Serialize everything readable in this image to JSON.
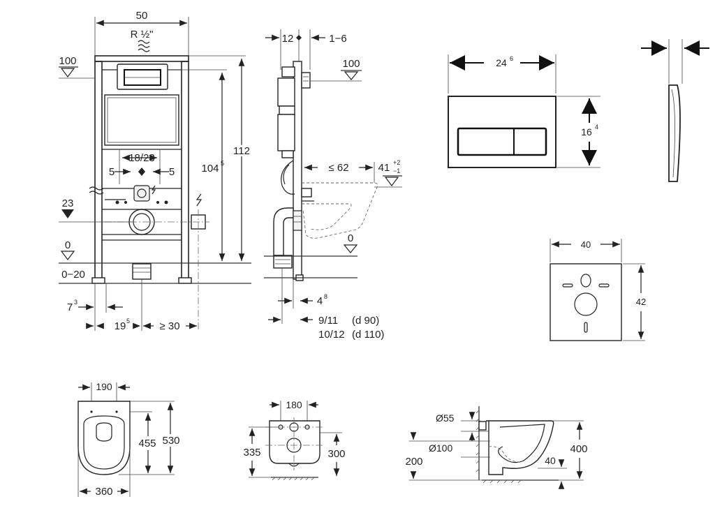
{
  "front_view": {
    "width": "50",
    "pipe_thread": "R ½\"",
    "level_100": "100",
    "level_23": "23",
    "level_0": "0",
    "floor_range": "0−20",
    "spacing": "18/23",
    "offset_left": "5",
    "offset_right": "5",
    "height_total": "112",
    "height_inner": "104",
    "height_inner_sup": "5",
    "foot_7": "7",
    "foot_7_sup": "3",
    "foot_19": "19",
    "foot_19_sup": "5",
    "min_30": "≥ 30"
  },
  "side_view": {
    "depth_12": "12",
    "adjust_1_6": "1−6",
    "level_100": "100",
    "max_62": "≤ 62",
    "height_41": "41",
    "tol_plus": "+2",
    "tol_minus": "−1",
    "level_0": "0",
    "depth_4": "4",
    "depth_4_sup": "8",
    "pipe_a": "9/11",
    "pipe_a_note": "(d 90)",
    "pipe_b": "10/12",
    "pipe_b_note": "(d 110)"
  },
  "flush_plate": {
    "width": "24",
    "width_sup": "6",
    "height": "16",
    "height_sup": "4"
  },
  "mat": {
    "width": "40",
    "height": "42"
  },
  "toilet_top": {
    "holes": "190",
    "inner": "455",
    "length": "530",
    "width": "360"
  },
  "toilet_back": {
    "holes": "180",
    "left_height": "335",
    "right_height": "300"
  },
  "toilet_side": {
    "inlet": "Ø55",
    "outlet": "Ø100",
    "floor_height": "200",
    "height": "400",
    "offset": "40"
  }
}
